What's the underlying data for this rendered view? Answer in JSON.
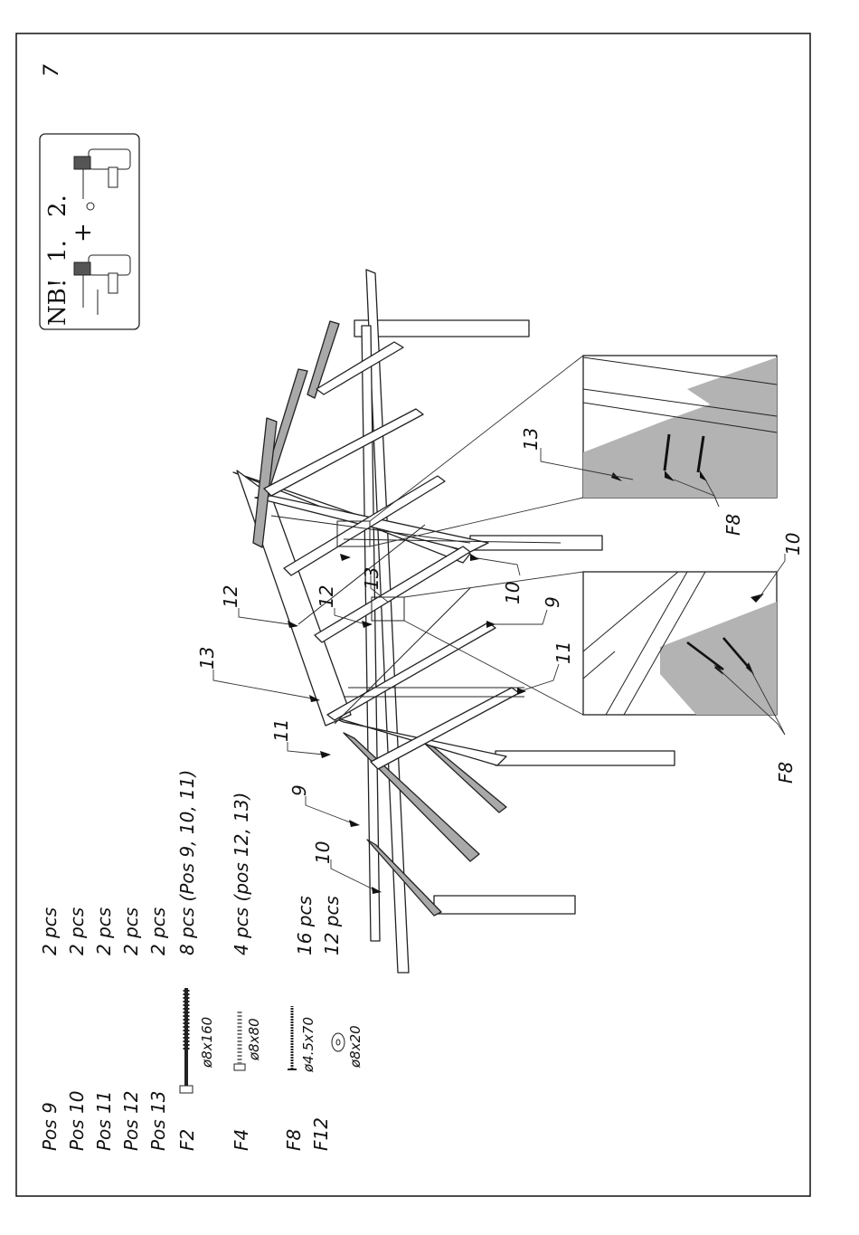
{
  "page_number": "7",
  "nb": {
    "title": "NB!",
    "step1": "1.",
    "step2": "2.",
    "plus": "+"
  },
  "parts": [
    {
      "code": "Pos 9",
      "qty": "2 pcs"
    },
    {
      "code": "Pos 10",
      "qty": "2 pcs"
    },
    {
      "code": "Pos 11",
      "qty": "2 pcs"
    },
    {
      "code": "Pos 12",
      "qty": "2 pcs"
    },
    {
      "code": "Pos 13",
      "qty": "2 pcs"
    }
  ],
  "fasteners": [
    {
      "code": "F2",
      "size": "ø8x160",
      "qty": "8 pcs (Pos 9, 10, 11)"
    },
    {
      "code": "F4",
      "size": "ø8x80",
      "qty": "4 pcs (pos 12, 13)"
    },
    {
      "code": "F8",
      "size": "ø4.5x70",
      "qty": "16 pcs"
    },
    {
      "code": "F12",
      "size": "ø8x20",
      "qty": "12 pcs"
    }
  ],
  "callouts": {
    "c9a": "9",
    "c9b": "9",
    "c10a": "10",
    "c10b": "10",
    "c10c": "10",
    "c11a": "11",
    "c11b": "11",
    "c12a": "12",
    "c12b": "12",
    "c13a": "13",
    "c13b": "13",
    "c13c": "13",
    "f8a": "F8",
    "f8b": "F8"
  }
}
